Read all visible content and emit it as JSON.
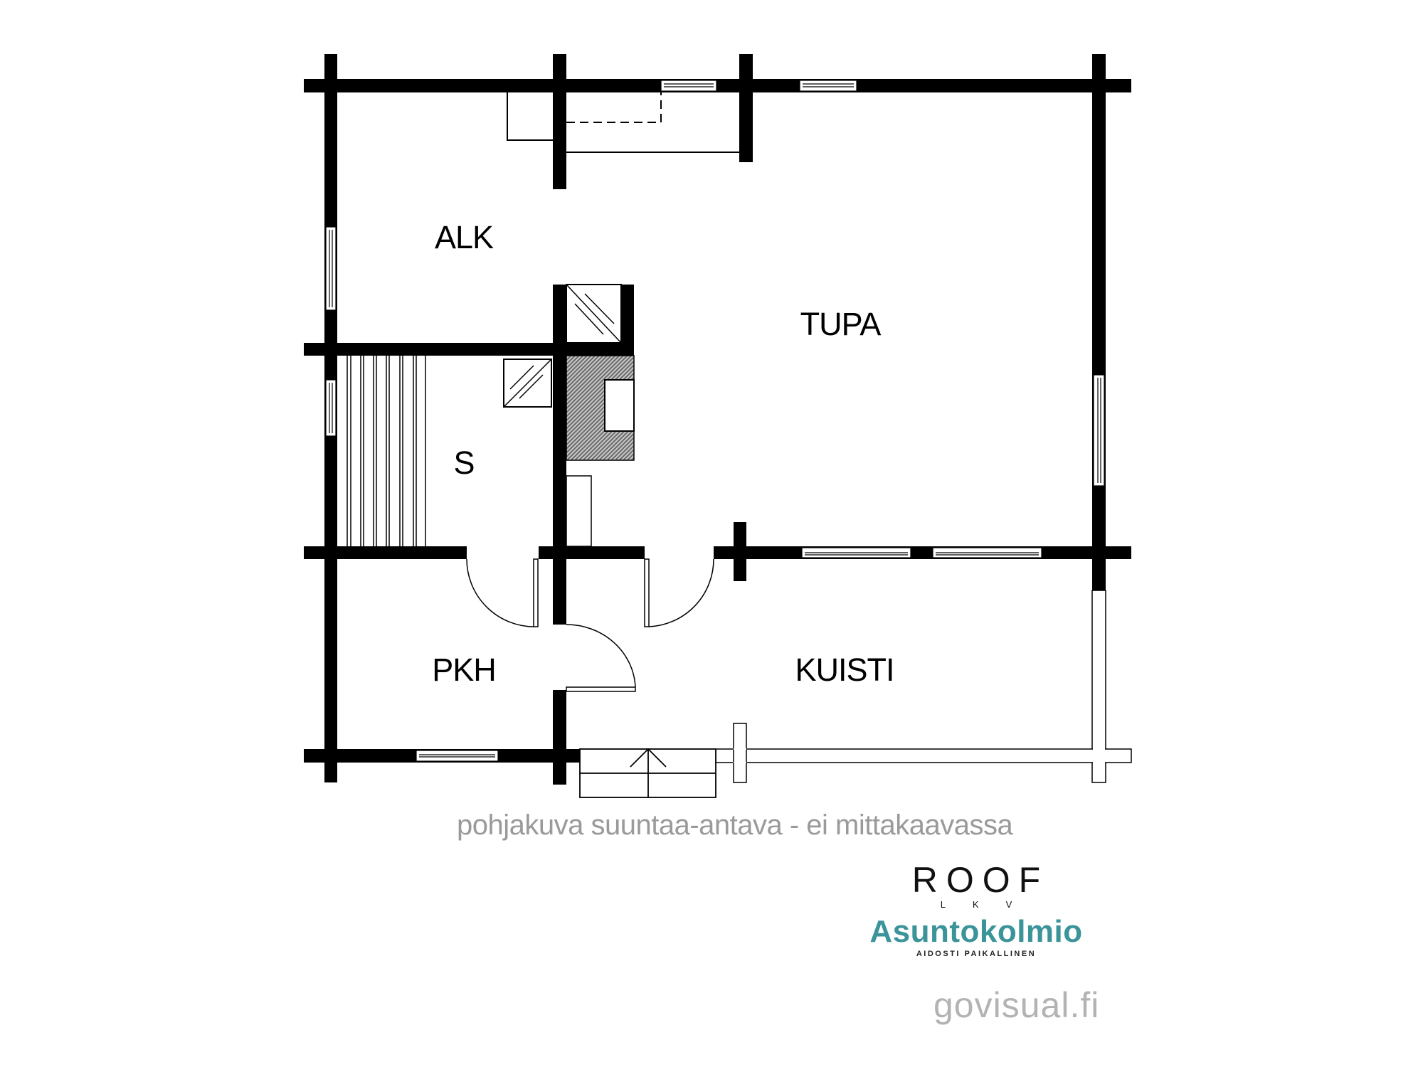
{
  "plan": {
    "rooms": [
      {
        "id": "alk",
        "label": "ALK"
      },
      {
        "id": "tupa",
        "label": "TUPA"
      },
      {
        "id": "s",
        "label": "S"
      },
      {
        "id": "pkh",
        "label": "PKH"
      },
      {
        "id": "kuisti",
        "label": "KUISTI"
      }
    ],
    "colors": {
      "wall": "#000000",
      "hatch": "#7a7a7a",
      "background": "#ffffff"
    }
  },
  "footer": {
    "caption": "pohjakuva suuntaa-antava - ei mittakaavassa",
    "caption_color": "#9a9a9a",
    "roof_logo": {
      "main": "ROOF",
      "sub": "LKV"
    },
    "asuntokolmio_logo": {
      "main": "Asuntokolmio",
      "sub": "AIDOSTI PAIKALLINEN",
      "color": "#3a9499"
    },
    "website": "govisual.fi"
  }
}
